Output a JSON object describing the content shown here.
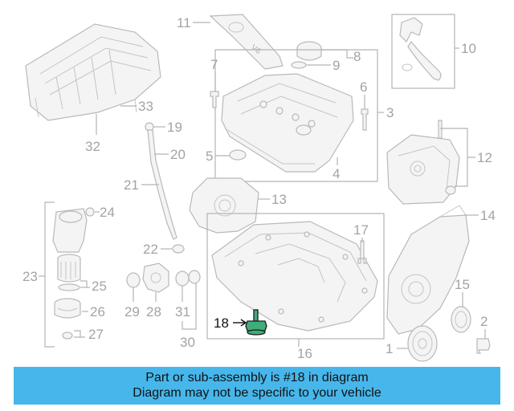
{
  "callouts": {
    "c1": "1",
    "c2": "2",
    "c3": "3",
    "c4": "4",
    "c5": "5",
    "c6": "6",
    "c7": "7",
    "c8": "8",
    "c9": "9",
    "c10": "10",
    "c11": "11",
    "c12": "12",
    "c13": "13",
    "c14": "14",
    "c15": "15",
    "c16": "16",
    "c17": "17",
    "c18": "18",
    "c19": "19",
    "c20": "20",
    "c21": "21",
    "c22": "22",
    "c23": "23",
    "c24": "24",
    "c25": "25",
    "c26": "26",
    "c27": "27",
    "c28": "28",
    "c29": "29",
    "c30": "30",
    "c31": "31",
    "c32": "32",
    "c33": "33"
  },
  "engraving": "V6",
  "highlighted_part": "18",
  "colors": {
    "banner": "#47b7eb",
    "highlight": "#3fae7a",
    "line_art": "#b3b3b3"
  },
  "banner": {
    "line1": "Part or sub-assembly is #18 in diagram",
    "line2": "Diagram may not be specific to your vehicle"
  }
}
